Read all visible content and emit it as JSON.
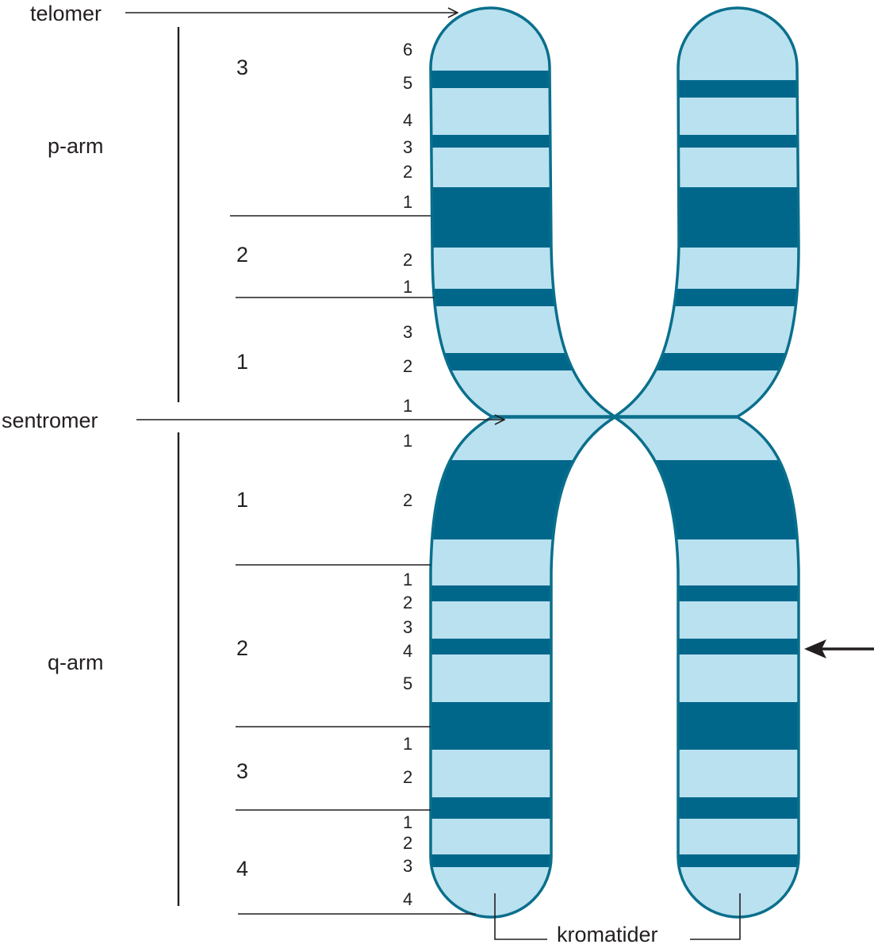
{
  "labels": {
    "telomer": "telomer",
    "sentromer": "sentromer",
    "p_arm": "p-arm",
    "q_arm": "q-arm",
    "kromatider": "kromatider"
  },
  "p_regions": [
    "3",
    "2",
    "1"
  ],
  "q_regions": [
    "1",
    "2",
    "3",
    "4"
  ],
  "p_bands": {
    "region3": [
      "6",
      "5",
      "4",
      "3",
      "2",
      "1"
    ],
    "region2": [
      "2",
      "1"
    ],
    "region1": [
      "3",
      "2",
      "1"
    ]
  },
  "q_bands": {
    "region1": [
      "1",
      "2"
    ],
    "region2": [
      "1",
      "2",
      "3",
      "4",
      "5"
    ],
    "region3": [
      "1",
      "2"
    ],
    "region4": [
      "1",
      "2",
      "3",
      "4"
    ]
  },
  "colors": {
    "light_band": "#b9e1ef",
    "dark_band": "#00678b",
    "outline": "#0a6f8c",
    "ink": "#231f20"
  }
}
